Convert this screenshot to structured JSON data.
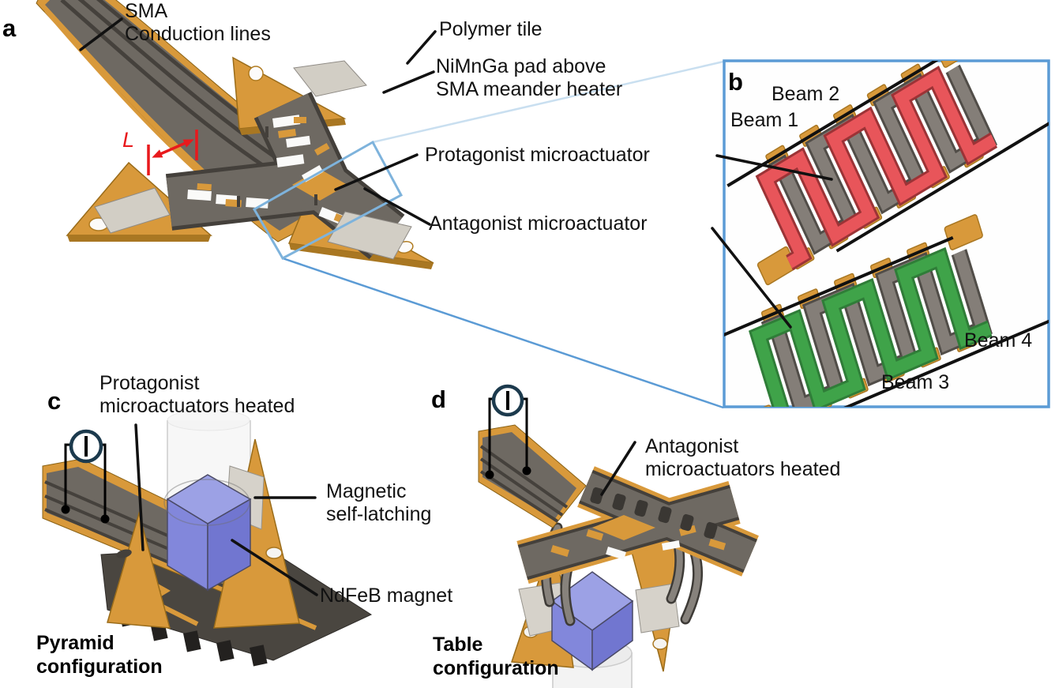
{
  "figure": {
    "panels": {
      "a": {
        "letter": "a",
        "labels": {
          "sma_line1": "SMA",
          "sma_line2": "Conduction lines",
          "polymer_tile": "Polymer tile",
          "nimnga_line1": "NiMnGa pad above",
          "nimnga_line2": "SMA meander heater",
          "protagonist": "Protagonist microactuator",
          "antagonist": "Antagonist microactuator",
          "length_symbol": "L"
        }
      },
      "b": {
        "letter": "b",
        "labels": {
          "beam2": "Beam 2",
          "beam1": "Beam 1",
          "beam4": "Beam 4",
          "beam3": "Beam 3"
        }
      },
      "c": {
        "letter": "c",
        "labels": {
          "heated_line1": "Protagonist",
          "heated_line2": "microactuators heated",
          "magnetic_line1": "Magnetic",
          "magnetic_line2": "self-latching",
          "ndfeb": "NdFeB magnet",
          "caption_line1": "Pyramid",
          "caption_line2": "configuration"
        }
      },
      "d": {
        "letter": "d",
        "labels": {
          "heated_line1": "Antagonist",
          "heated_line2": "microactuators heated",
          "caption_line1": "Table",
          "caption_line2": "configuration"
        }
      }
    },
    "icons": {
      "current_source": "circled-vertical-bar-current-source",
      "dimension_arrow": "double-headed-arrow",
      "inset_box": "zoom-callout-rectangle"
    },
    "colors": {
      "polyimide_gold": "#D8993B",
      "gold_dark": "#A97722",
      "structure_gray": "#6E6962",
      "structure_gray_dark": "#44403B",
      "beam_gray": "#847E78",
      "pad_light": "#D2CEC5",
      "beam_red": "#E8555A",
      "beam_green": "#3FA349",
      "magnet_top": "#9CA1E5",
      "magnet_left": "#8287DB",
      "magnet_right": "#7176D0",
      "inset_blue": "#5B9BD5",
      "callout_blue": "#9DC3E6",
      "marker_red": "#E8191C",
      "line_black": "#111111",
      "source_navy": "#1C3A4D"
    }
  }
}
